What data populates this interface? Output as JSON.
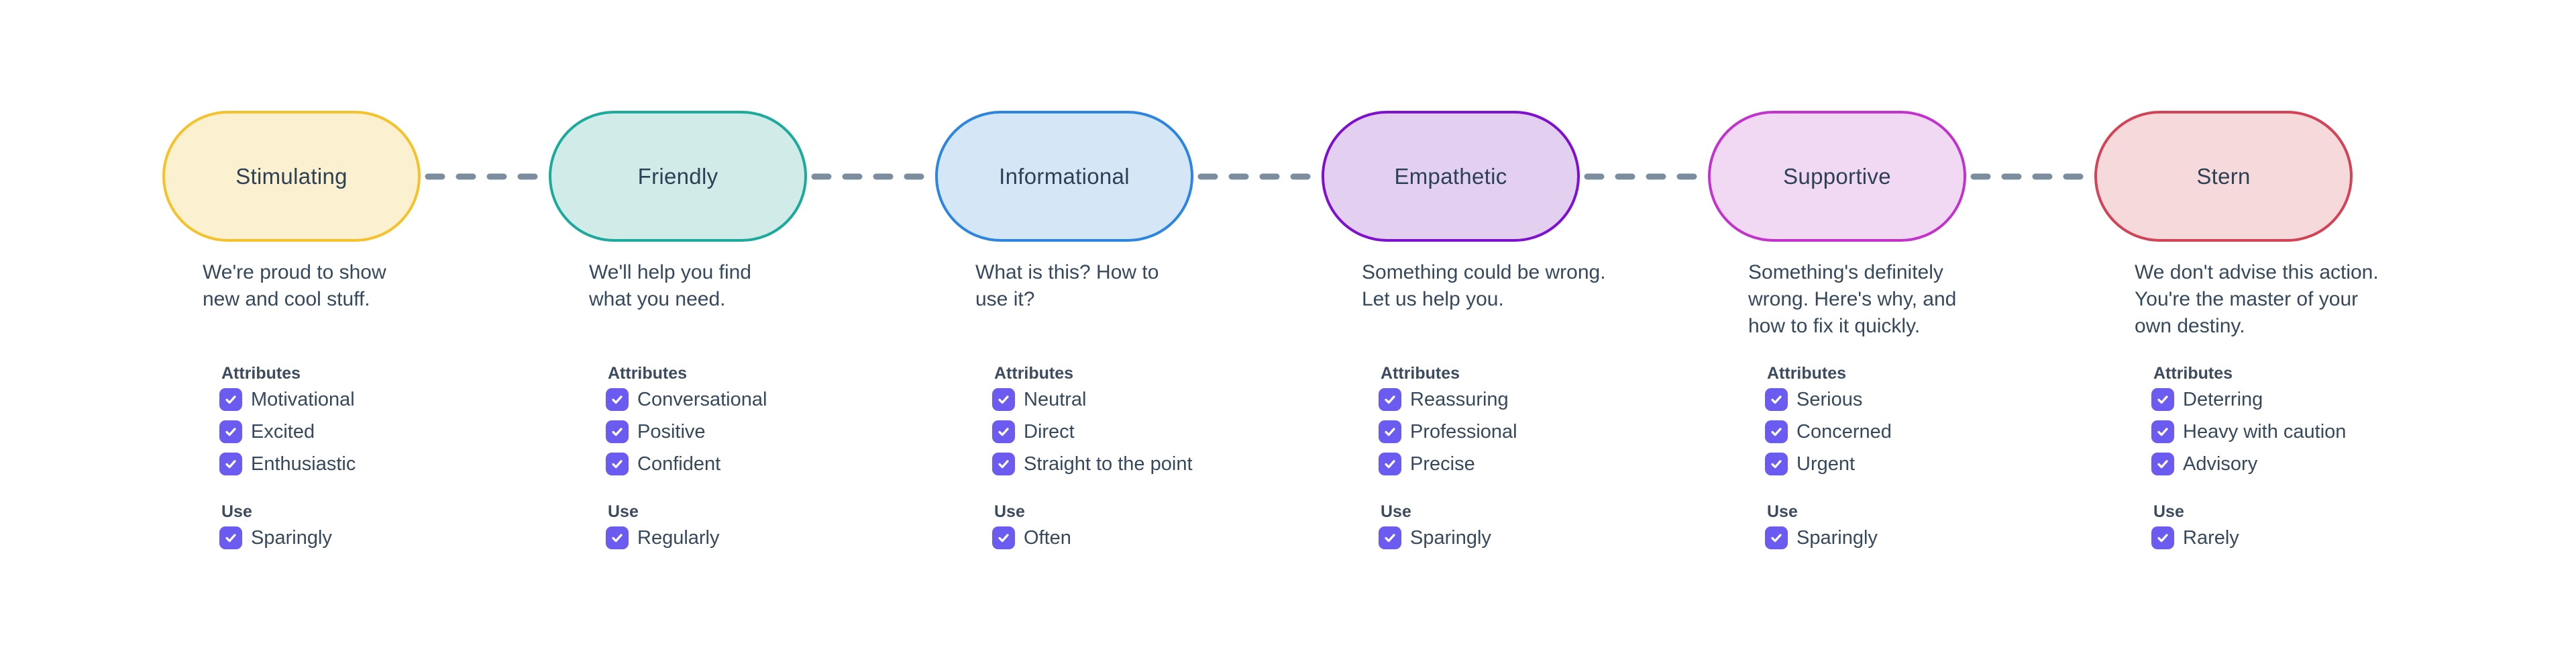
{
  "labels": {
    "attributes": "Attributes",
    "use": "Use"
  },
  "colors": {
    "checkbox": "#6C5BF0",
    "connector": "#7B8D9F",
    "text": "#36495C",
    "heading": "#3C4B5D",
    "pill_text": "#2D4156",
    "background": "#FFFFFF"
  },
  "tones": [
    {
      "label": "Stimulating",
      "description": "We're proud to show\nnew and cool stuff.",
      "attributes": [
        "Motivational",
        "Excited",
        "Enthusiastic"
      ],
      "use": [
        "Sparingly"
      ],
      "colors": {
        "border": "#F5C22B",
        "fill": "#FBF0D0"
      }
    },
    {
      "label": "Friendly",
      "description": "We'll help you find\nwhat you need.",
      "attributes": [
        "Conversational",
        "Positive",
        "Confident"
      ],
      "use": [
        "Regularly"
      ],
      "colors": {
        "border": "#1BAA9B",
        "fill": "#D0EBE8"
      }
    },
    {
      "label": "Informational",
      "description": "What is this? How to\nuse it?",
      "attributes": [
        "Neutral",
        "Direct",
        "Straight to the point"
      ],
      "use": [
        "Often"
      ],
      "colors": {
        "border": "#2C85DE",
        "fill": "#D5E6F7"
      }
    },
    {
      "label": "Empathetic",
      "description": "Something could be wrong.\nLet us help you.",
      "attributes": [
        "Reassuring",
        "Professional",
        "Precise"
      ],
      "use": [
        "Sparingly"
      ],
      "colors": {
        "border": "#7E10CF",
        "fill": "#E3D0F1"
      }
    },
    {
      "label": "Supportive",
      "description": "Something's definitely\nwrong. Here's why, and\nhow to fix it quickly.",
      "attributes": [
        "Serious",
        "Concerned",
        "Urgent"
      ],
      "use": [
        "Sparingly"
      ],
      "colors": {
        "border": "#C233CE",
        "fill": "#F1D8F3"
      }
    },
    {
      "label": "Stern",
      "description": "We don't advise this action.\nYou're the master of your\nown destiny.",
      "attributes": [
        "Deterring",
        "Heavy with caution",
        "Advisory"
      ],
      "use": [
        "Rarely"
      ],
      "colors": {
        "border": "#D24356",
        "fill": "#F6D9DB"
      }
    }
  ]
}
